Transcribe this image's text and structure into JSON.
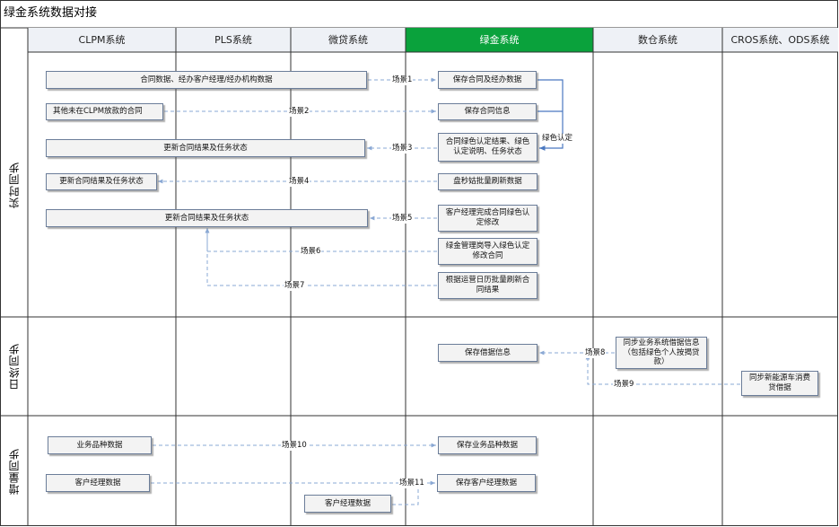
{
  "title": "绿金系统数据对接",
  "lanes": [
    "CLPM系统",
    "PLS系统",
    "微贷系统",
    "绿金系统",
    "数仓系统",
    "CROS系统、ODS系统"
  ],
  "rows": [
    "实时同步",
    "日终同步",
    "增量同步"
  ],
  "boxes": {
    "clpm_contract_data": "合同数据、经办客户经理/经办机构数据",
    "other_contracts": "其他未在CLPM放款的合同",
    "update_result_1": "更新合同结果及任务状态",
    "update_result_2": "更新合同结果及任务状态",
    "update_result_3": "更新合同结果及任务状态",
    "save_contract_handler": "保存合同及经办数据",
    "save_contract_info": "保存合同信息",
    "green_result": "合同绿色认定结果、绿色认定说明、任务状态",
    "batch_refresh": "盘秒姑批量刷新数据",
    "manager_modify": "客户经理完成合同绿色认定修改",
    "admin_import": "绿金管理岗导入绿色认定修改合同",
    "calendar_refresh": "根据运营日历批量刷新合同结果",
    "save_loan_info": "保存借据信息",
    "sync_loan_info": "同步业务系统借据信息（包括绿色个人按揭贷款）",
    "sync_new_energy": "同步新能源车消费贷借据",
    "product_data": "业务品种数据",
    "save_product_data": "保存业务品种数据",
    "manager_data_1": "客户经理数据",
    "manager_data_2": "客户经理数据",
    "save_manager_data": "保存客户经理数据"
  },
  "labels": {
    "green_cert": "绿色认定",
    "s1": "场景1",
    "s2": "场景2",
    "s3": "场景3",
    "s4": "场景4",
    "s5": "场景5",
    "s6": "场景6",
    "s7": "场景7",
    "s8": "场景8",
    "s9": "场景9",
    "s10": "场景10",
    "s11": "场景11"
  },
  "colors": {
    "green_lane": "#0aa23c",
    "lane_border": "#333333",
    "box_border": "#6b7d99",
    "arrow_dashed": "#8aa8d4",
    "arrow_solid": "#4a78c0"
  }
}
